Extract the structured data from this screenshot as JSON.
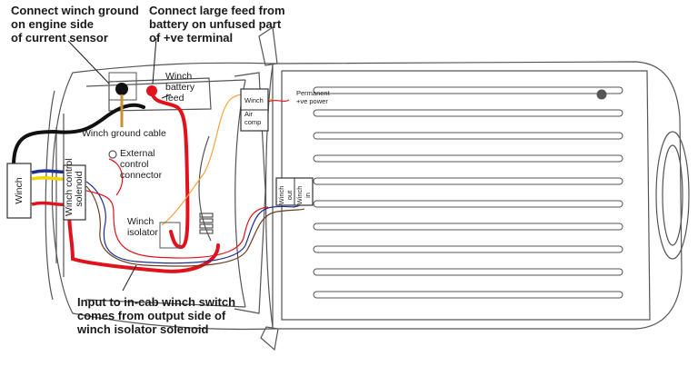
{
  "callouts": {
    "winch_ground": [
      "Connect winch ground",
      "on engine side",
      "of current sensor"
    ],
    "feed": [
      "Connect large feed from",
      "battery on unfused part",
      "of +ve terminal"
    ],
    "input": [
      "Input to in-cab winch switch",
      "comes from output side of",
      "winch isolator solenoid"
    ]
  },
  "labels": {
    "battery_feed": [
      "Winch",
      "battery",
      "feed"
    ],
    "ground_cable": "Winch ground cable",
    "external_control": [
      "External",
      "control",
      "connector"
    ],
    "isolator": [
      "Winch",
      "isolator"
    ],
    "winch": "Winch",
    "control_solenoid": [
      "Winch control",
      "solenoid"
    ],
    "air_comp_box": [
      "Winch",
      "Air",
      "comp"
    ],
    "permanent_power": [
      "Permanent",
      "+ve power"
    ],
    "switch_out": [
      "Winch",
      "out"
    ],
    "switch_in": [
      "Winch",
      "in"
    ]
  },
  "colors": {
    "red_wire": "#e1121b",
    "black_wire": "#111111",
    "blue_wire": "#1c2f8f",
    "yellow_wire": "#f2d400",
    "orange_wire": "#f2a53c",
    "brown_wire": "#6b3d1f",
    "outline": "#555555"
  }
}
